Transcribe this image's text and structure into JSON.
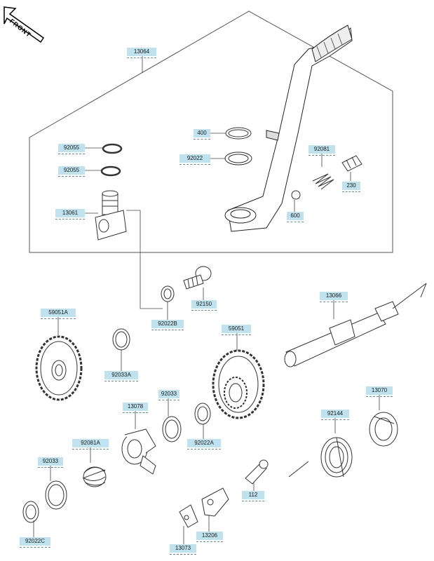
{
  "front_indicator": "FRONT",
  "parts": [
    {
      "id": "p13064",
      "number": "13064"
    },
    {
      "id": "p400",
      "number": "400"
    },
    {
      "id": "p92055a",
      "number": "92055"
    },
    {
      "id": "p92022",
      "number": "92022"
    },
    {
      "id": "p92081",
      "number": "92081"
    },
    {
      "id": "p92055b",
      "number": "92055"
    },
    {
      "id": "p230",
      "number": "230"
    },
    {
      "id": "p13061",
      "number": "13061"
    },
    {
      "id": "p600",
      "number": "600"
    },
    {
      "id": "p92150",
      "number": "92150"
    },
    {
      "id": "p13066",
      "number": "13066"
    },
    {
      "id": "p59051a",
      "number": "59051A"
    },
    {
      "id": "p92022b",
      "number": "92022B"
    },
    {
      "id": "p59051",
      "number": "59051"
    },
    {
      "id": "p92033a",
      "number": "92033A"
    },
    {
      "id": "p92033",
      "number": "92033"
    },
    {
      "id": "p13078",
      "number": "13078"
    },
    {
      "id": "p13070",
      "number": "13070"
    },
    {
      "id": "p92144",
      "number": "92144"
    },
    {
      "id": "p92081a",
      "number": "92081A"
    },
    {
      "id": "p92022a",
      "number": "92022A"
    },
    {
      "id": "p92033b",
      "number": "92033"
    },
    {
      "id": "p112",
      "number": "112"
    },
    {
      "id": "p13206",
      "number": "13206"
    },
    {
      "id": "p92022c",
      "number": "92022C"
    },
    {
      "id": "p13073",
      "number": "13073"
    }
  ]
}
